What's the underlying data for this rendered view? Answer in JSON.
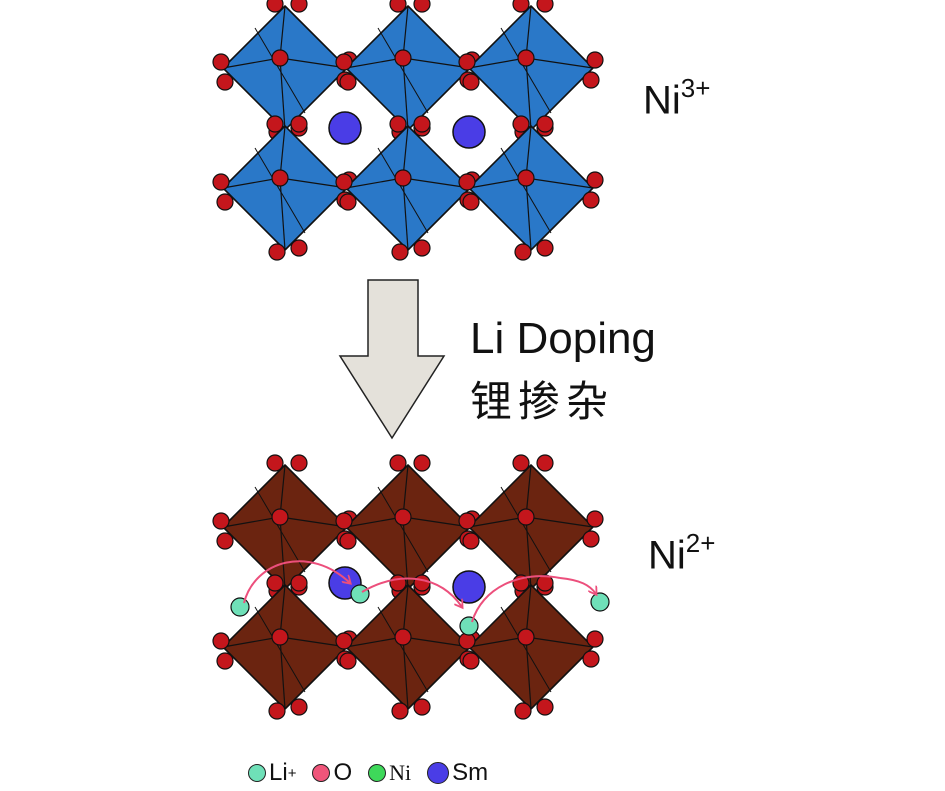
{
  "top_state": {
    "ion": "Ni",
    "charge": "3+"
  },
  "bottom_state": {
    "ion": "Ni",
    "charge": "2+"
  },
  "process": {
    "label_en": "Li Doping",
    "label_zh": "锂掺杂"
  },
  "legend": [
    {
      "symbol": "Li",
      "charge": "+",
      "color": "#6fe0b8"
    },
    {
      "symbol": "O",
      "charge": "",
      "color": "#f0557a"
    },
    {
      "symbol": "Ni",
      "charge": "",
      "color": "#3ed85a"
    },
    {
      "symbol": "Sm",
      "charge": "",
      "color": "#4a3de6"
    }
  ],
  "colors": {
    "octahedron_top": "#2a78c8",
    "octahedron_bottom": "#6b2410",
    "oxygen_atom": "#c4161c",
    "sm_atom": "#4a3de6",
    "li_atom": "#6fe0b8",
    "migration_arrow": "#ec4f7c",
    "doping_arrow": "#e4e1da"
  }
}
